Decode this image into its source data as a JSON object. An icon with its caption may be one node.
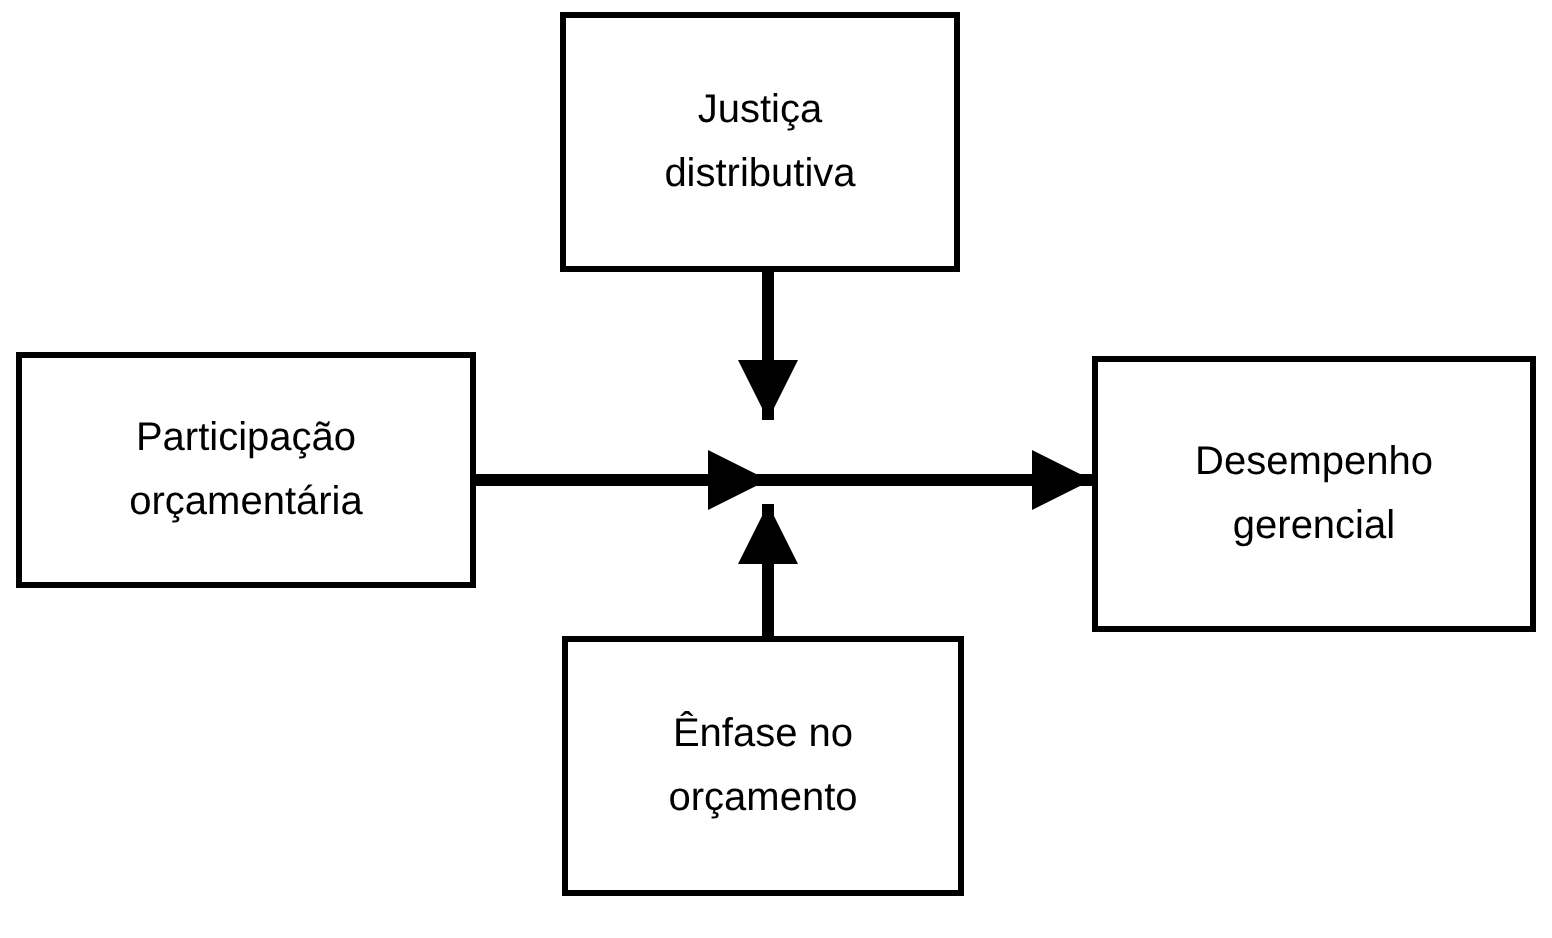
{
  "diagram": {
    "nodes": [
      {
        "text": [
          "Justiça distributiva"
        ]
      },
      {
        "text": [
          "Participação orçamentária"
        ]
      },
      {
        "text": [
          "Desempenho gerencial"
        ]
      },
      {
        "text": [
          "Ênfase no orçamento"
        ]
      }
    ],
    "edges": [
      {
        "from": 1,
        "to": 2,
        "arrow": "to"
      },
      {
        "from": 0,
        "to": null,
        "arrow": "to"
      },
      {
        "from": 3,
        "to": null,
        "arrow": "to"
      }
    ]
  }
}
